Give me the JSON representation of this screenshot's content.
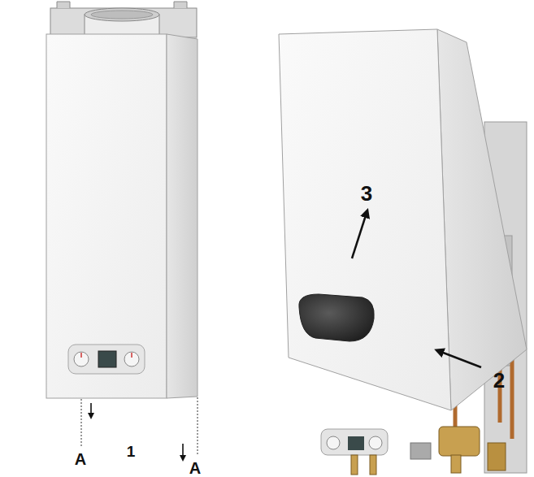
{
  "diagram": {
    "labels": [
      "3",
      "2",
      "1",
      "A",
      "A"
    ]
  }
}
